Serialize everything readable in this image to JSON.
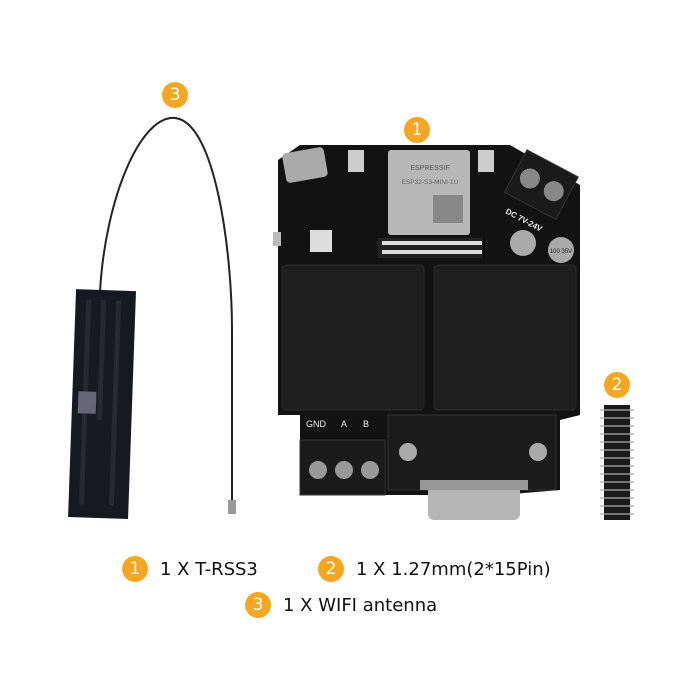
{
  "colors": {
    "badge": "#f5a623",
    "board": "#121212",
    "relay": "#1c1c1c"
  },
  "callouts": [
    {
      "number": "1"
    },
    {
      "number": "2"
    },
    {
      "number": "3"
    }
  ],
  "board_labels": {
    "module_brand": "ESPRESSIF",
    "module_model": "ESP32-S3-MINI-1U",
    "power_input": "DC 7V-24V",
    "terminal_labels": [
      "GND",
      "A",
      "B"
    ],
    "capacitor_text": "100 35V"
  },
  "captions": [
    {
      "number": "1",
      "text": "1 X T-RSS3"
    },
    {
      "number": "2",
      "text": "1 X 1.27mm(2*15Pin)"
    },
    {
      "number": "3",
      "text": "1 X WIFI antenna"
    }
  ]
}
